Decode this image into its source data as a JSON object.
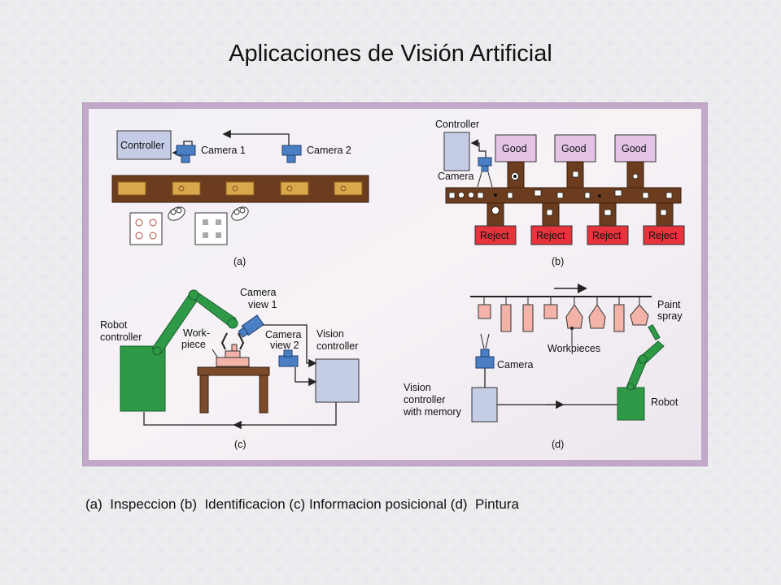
{
  "slide": {
    "title": "Aplicaciones de Visión Artificial",
    "caption": "(a)  Inspeccion (b)  Identificacion (c) Informacion posicional (d)  Pintura"
  },
  "panels": {
    "a": {
      "label": "(a)",
      "controller": "Controller",
      "camera1": "Camera 1",
      "camera2": "Camera 2"
    },
    "b": {
      "label": "(b)",
      "controller": "Controller",
      "camera": "Camera",
      "good": "Good",
      "reject": "Reject"
    },
    "c": {
      "label": "(c)",
      "robot_controller": [
        "Robot",
        "controller"
      ],
      "camera_view1": [
        "Camera",
        "view 1"
      ],
      "camera_view2": [
        "Camera",
        "view 2"
      ],
      "workpiece": [
        "Work-",
        "piece"
      ],
      "vision_controller": [
        "Vision",
        "controller"
      ]
    },
    "d": {
      "label": "(d)",
      "paint_spray": [
        "Paint",
        "spray"
      ],
      "workpieces": "Workpieces",
      "camera": "Camera",
      "vision_controller": [
        "Vision",
        "controller",
        "with memory"
      ],
      "robot": "Robot"
    }
  },
  "colors": {
    "figure_frame": "#c2a9c9",
    "figure_bg": "#f3eef4",
    "box_lavender": "#c5cde6",
    "camera_blue": "#4a7fc3",
    "belt_brown": "#6b3d1e",
    "belt_tan": "#d9a84a",
    "good_pink": "#e3c4e6",
    "reject_red": "#e8323c",
    "robot_green": "#2e9a48",
    "table_brown": "#7a4a2a",
    "workpiece_pink": "#f4b3a8"
  }
}
